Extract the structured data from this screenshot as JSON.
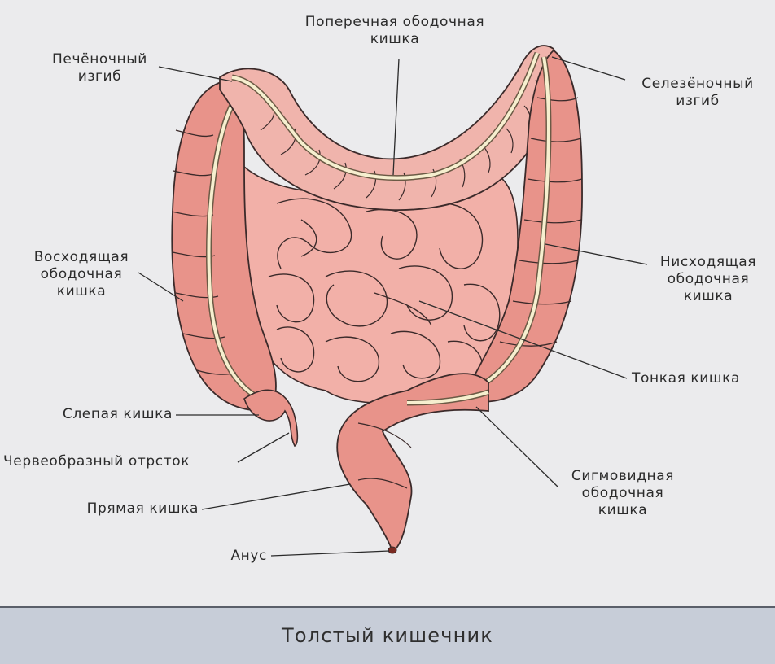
{
  "labels": {
    "transverse_colon": "Поперечная ободочная\nкишка",
    "hepatic_flexure": "Печёночный\nизгиб",
    "splenic_flexure": "Селезёночный\nизгиб",
    "ascending_colon": "Восходящая\nободочная\nкишка",
    "descending_colon": "Нисходящая\nободочная\nкишка",
    "small_intestine": "Тонкая кишка",
    "cecum": "Слепая кишка",
    "appendix": "Червеобразный отрсток",
    "sigmoid_colon": "Сигмовидная\nободочная\nкишка",
    "rectum": "Прямая кишка",
    "anus": "Анус"
  },
  "footer": {
    "title": "Толстый кишечник"
  },
  "colors": {
    "background": "#ebebed",
    "footer_background": "#c7cdd8",
    "colon_fill": "#e8938a",
    "transverse_fill": "#f0b4ac",
    "small_intestine_fill": "#f2b0a8",
    "mesentery_band": "#f6efcf",
    "outline": "#3b2a2a"
  }
}
